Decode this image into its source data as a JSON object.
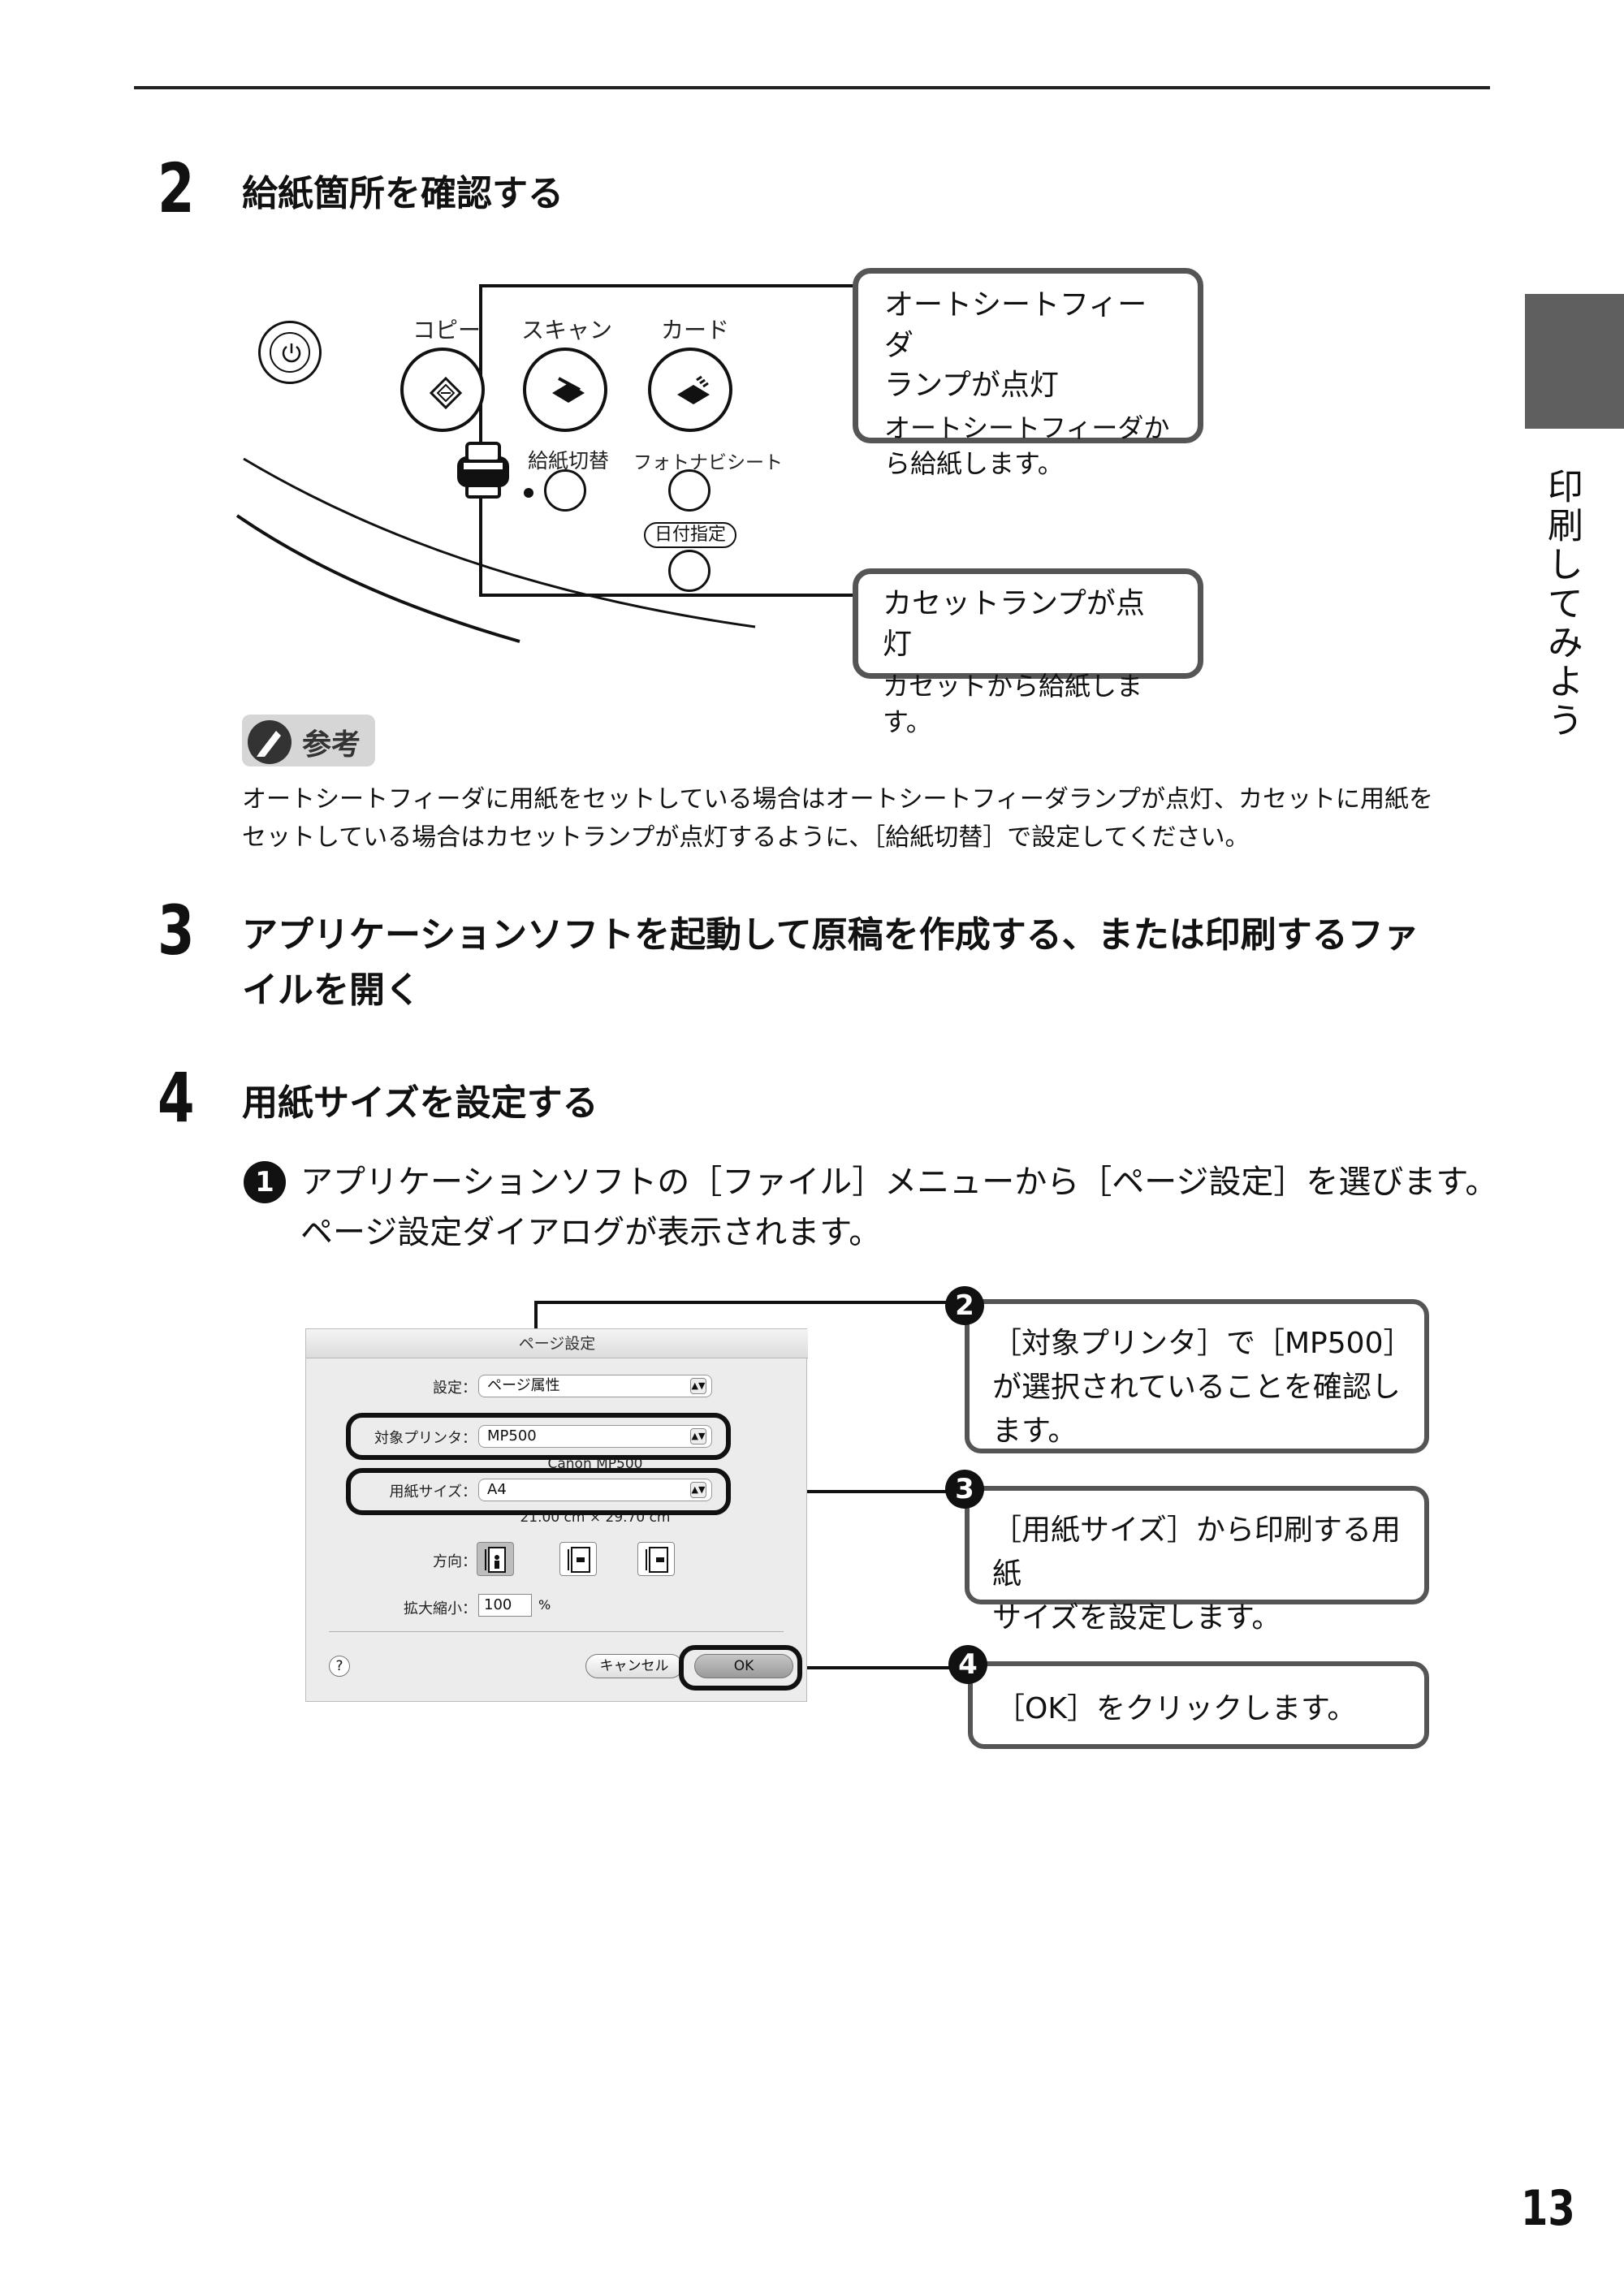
{
  "side_tab": {
    "text": "印刷してみよう"
  },
  "page_number": "13",
  "step2": {
    "number": "2",
    "title": "給紙箇所を確認する",
    "panel": {
      "copy_label": "コピー",
      "scan_label": "スキャン",
      "card_label": "カード",
      "feed_switch_label": "給紙切替",
      "photo_navi_label": "フォトナビシート",
      "date_label": "日付指定"
    },
    "callout_asf": {
      "head_line1": "オートシートフィーダ",
      "head_line2": "ランプが点灯",
      "body_line1": "オートシートフィーダか",
      "body_line2": "ら給紙します。"
    },
    "callout_cassette": {
      "head": "カセットランプが点灯",
      "body": "カセットから給紙します。"
    }
  },
  "note": {
    "badge": "参考",
    "line1": "オートシートフィーダに用紙をセットしている場合はオートシートフィーダランプが点灯、カセットに用紙を",
    "line2": "セットしている場合はカセットランプが点灯するように、［給紙切替］で設定してください。"
  },
  "step3": {
    "number": "3",
    "title_line1": "アプリケーションソフトを起動して原稿を作成する、または印刷するファ",
    "title_line2": "イルを開く"
  },
  "step4": {
    "number": "4",
    "title": "用紙サイズを設定する",
    "sub1": {
      "badge": "1",
      "line1": "アプリケーションソフトの［ファイル］メニューから［ページ設定］を選びます。",
      "line2": "ページ設定ダイアログが表示されます。"
    },
    "dialog": {
      "title": "ページ設定",
      "settings_label": "設定：",
      "settings_value": "ページ属性",
      "printer_label": "対象プリンタ：",
      "printer_value": "MP500",
      "printer_sub": "Canon MP500",
      "paper_label": "用紙サイズ：",
      "paper_value": "A4",
      "paper_dims": "21.00 cm × 29.70 cm",
      "orientation_label": "方向：",
      "scale_label": "拡大縮小：",
      "scale_value": "100",
      "scale_unit": "%",
      "help": "?",
      "cancel": "キャンセル",
      "ok": "OK"
    },
    "callouts": [
      {
        "badge": "2",
        "line1": "［対象プリンタ］で［MP500］",
        "line2": "が選択されていることを確認し",
        "line3": "ます。"
      },
      {
        "badge": "3",
        "line1": "［用紙サイズ］から印刷する用紙",
        "line2": "サイズを設定します。"
      },
      {
        "badge": "4",
        "line1": "［OK］をクリックします。"
      }
    ]
  }
}
